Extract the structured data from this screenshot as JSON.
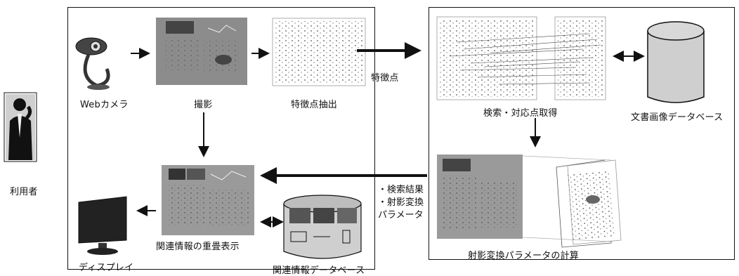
{
  "labels": {
    "user": "利用者",
    "webcam": "Webカメラ",
    "capture": "撮影",
    "feature_extract": "特徴点抽出",
    "feature_points": "特徴点",
    "search_match": "検索・対応点取得",
    "doc_db": "文書画像データベース",
    "projective_calc": "射影変換パラメータの計算",
    "overlay": "関連情報の重畳表示",
    "display": "ディスプレイ",
    "related_db": "関連情報データベース",
    "result_lines": [
      "・検索結果",
      "・射影変換",
      "パラメータ"
    ]
  }
}
